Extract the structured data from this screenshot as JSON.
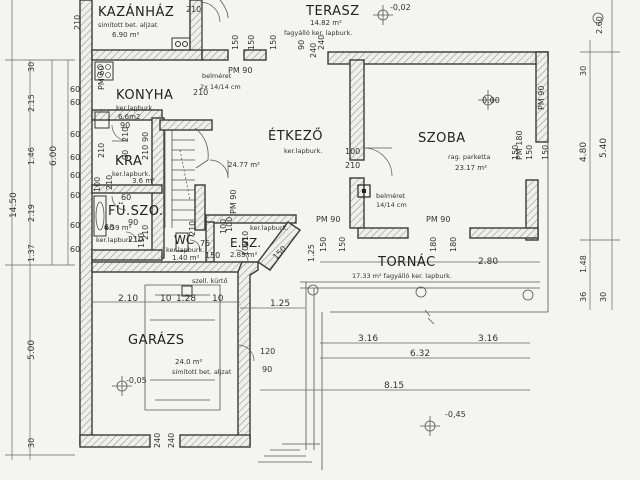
{
  "rooms": {
    "kazanhaz": {
      "name": "KAZÁNHÁZ",
      "floor": "simított bet. aljzat",
      "area": "6.90 m²"
    },
    "terasz": {
      "name": "TERASZ",
      "area": "14.82 m²",
      "floor": "fagyálló ker. lapburk.",
      "level": "-0,02"
    },
    "konyha": {
      "name": "KONYHA",
      "floor": "ker.lapburk.",
      "area": "6.6m2",
      "note": "belméret",
      "size": "2x 14/14 cm"
    },
    "etkezo": {
      "name": "ÉTKEZŐ",
      "floor": "ker.lapburk.",
      "area": "24.77 m²"
    },
    "szoba": {
      "name": "SZOBA",
      "level": "0.00",
      "floor": "rag. parketta",
      "area": "23.17 m²",
      "note": "belméret",
      "size": "14/14 cm"
    },
    "kra": {
      "name": "KRA",
      "floor": "ker.lapburk.",
      "area": "3.6 m²"
    },
    "fuszoba": {
      "name": "FÜ.SZO.",
      "area": "4.59 m²",
      "floor": "ker.lapburk."
    },
    "wc": {
      "name": "WC",
      "floor": "ker.lapburk.",
      "area": "1.40 m²"
    },
    "esz": {
      "name": "E.SZ.",
      "floor": "ker.lapburk.",
      "area": "2.83 m²"
    },
    "tornac": {
      "name": "TORNÁC",
      "area": "17.33 m² fagyálló ker. lapburk."
    },
    "garazs": {
      "name": "GARÁZS",
      "area": "24.0 m²",
      "floor": "simított bet. aljzat",
      "level": "-0,05",
      "duct": "szell. kürtő"
    }
  },
  "levels": {
    "outside": "-0,45"
  },
  "dims": {
    "left_outer": [
      "14.50",
      "5.00",
      "30"
    ],
    "left_mid": [
      "2.15",
      "1.46",
      "2.19",
      "1.37",
      "30"
    ],
    "left_total": "6.00",
    "left_inner": [
      "60",
      "60",
      "60",
      "60",
      "60",
      "60",
      "60",
      "60"
    ],
    "right": [
      "2.60",
      "30",
      "4.80",
      "5.40",
      "1.48",
      "36",
      "30"
    ],
    "garage_top": [
      "2.10",
      "10",
      "1.28",
      "10"
    ],
    "tornac_dims": [
      "2.80",
      "1.25",
      "1.25"
    ],
    "bottom": [
      "3.16",
      "3.16",
      "6.32",
      "8.15"
    ],
    "openings": [
      "210",
      "150",
      "150",
      "150",
      "240",
      "90",
      "240",
      "210",
      "90",
      "210",
      "90",
      "210",
      "90",
      "210",
      "100",
      "210",
      "100",
      "210",
      "150",
      "180",
      "180",
      "150",
      "150",
      "150",
      "150",
      "100",
      "100",
      "210",
      "100",
      "210",
      "150",
      "210",
      "60",
      "75",
      "210",
      "150",
      "120",
      "90",
      "240",
      "240",
      "210",
      "110",
      "90",
      "60"
    ],
    "pm90": [
      "PM 90",
      "PM 90",
      "PM 90",
      "PM 90",
      "PM 90"
    ],
    "pm60": "PM 60",
    "pm180": "PM 180"
  }
}
